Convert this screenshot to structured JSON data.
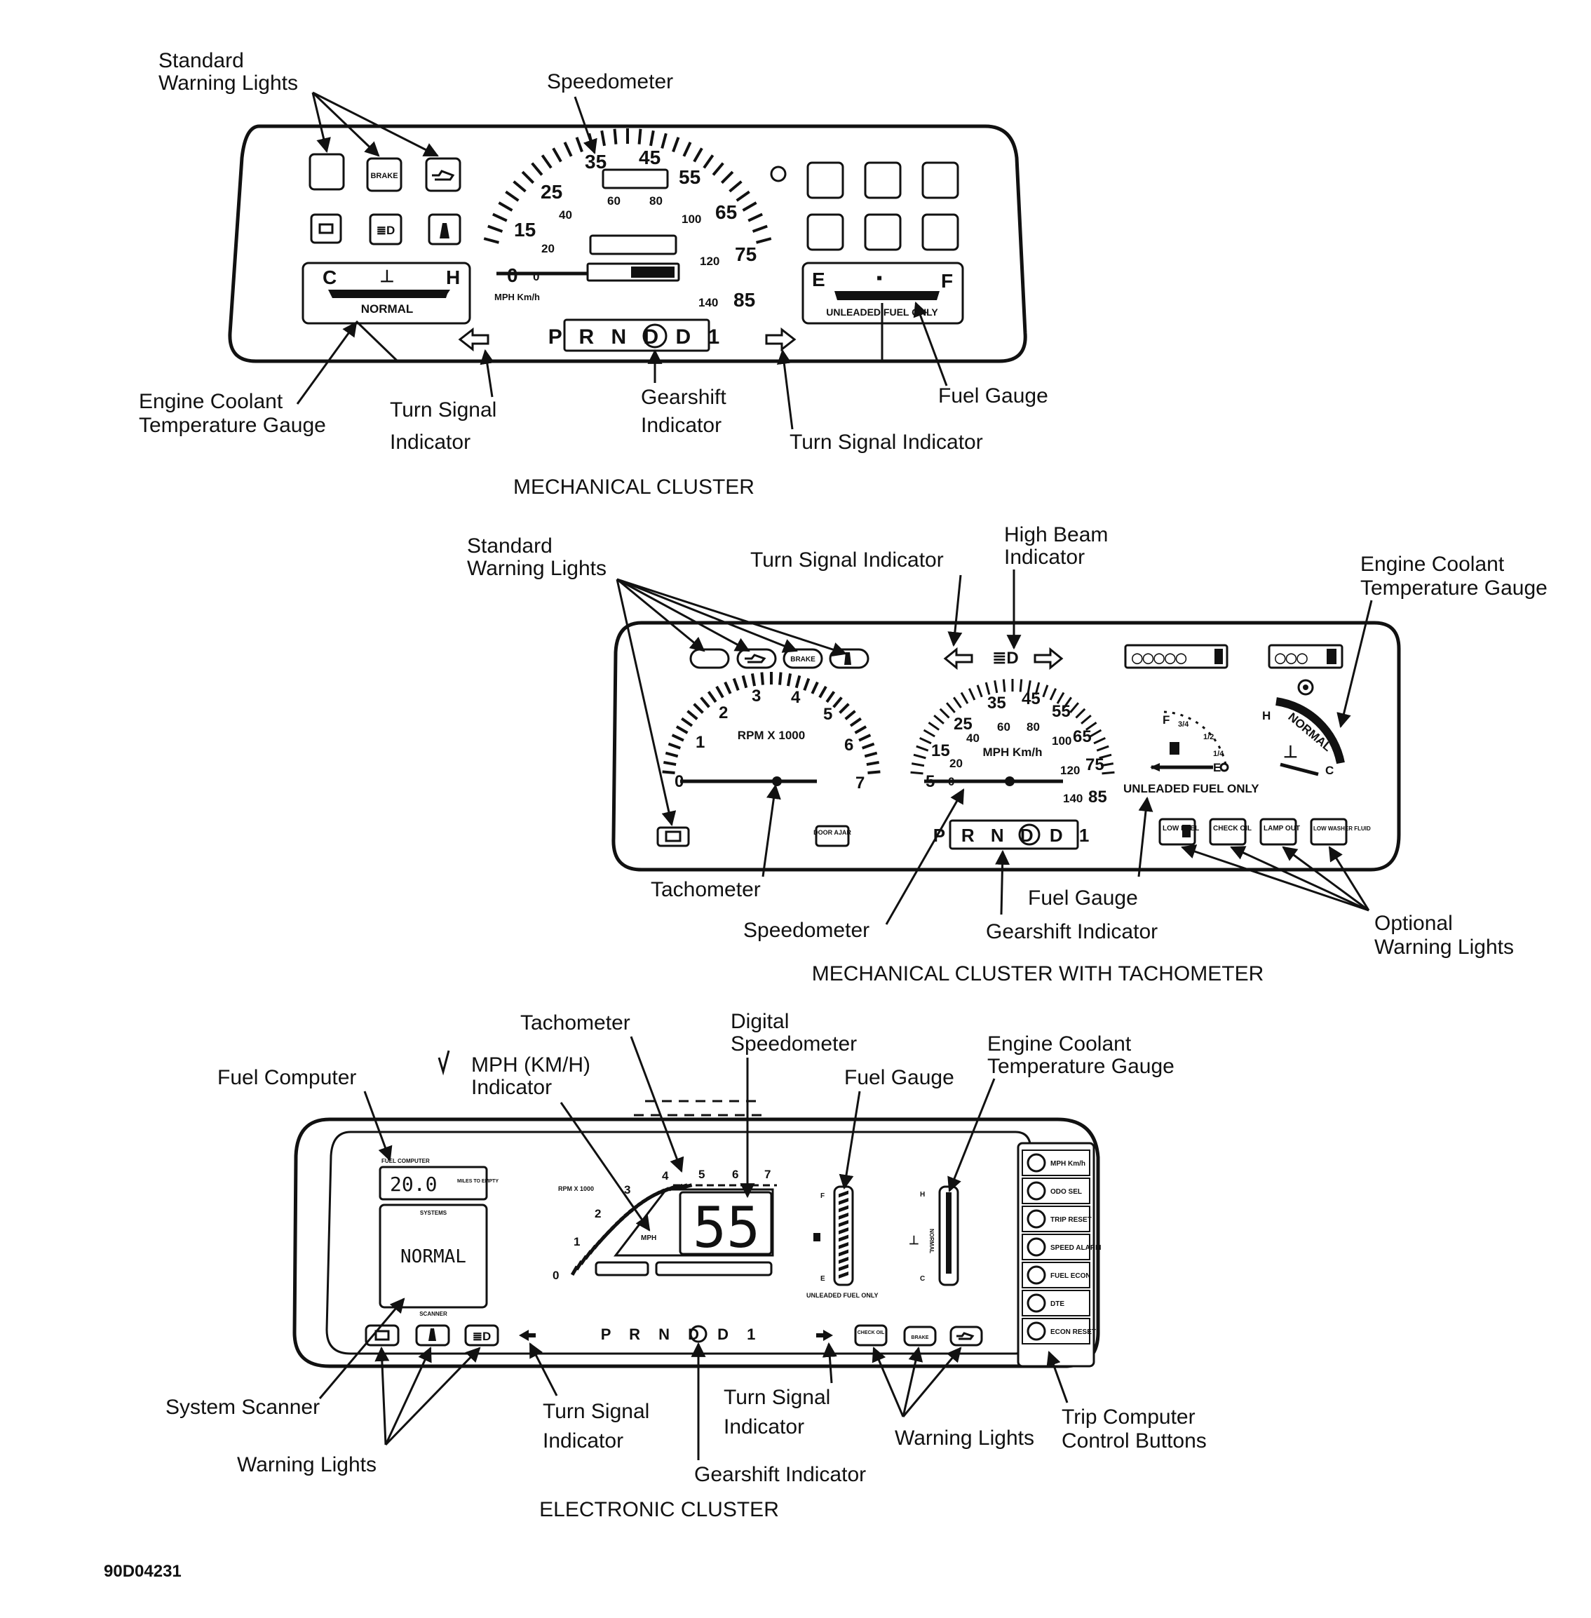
{
  "clusters": [
    {
      "caption": "MECHANICAL CLUSTER",
      "labels": {
        "standard_warning_lights": [
          "Standard",
          "Warning Lights"
        ],
        "speedometer": "Speedometer",
        "coolant_gauge": [
          "Engine Coolant",
          "Temperature Gauge"
        ],
        "turn_signal_left": [
          "Turn Signal",
          "Indicator"
        ],
        "gearshift": [
          "Gearshift",
          "Indicator"
        ],
        "fuel_gauge": "Fuel Gauge",
        "turn_signal_right": "Turn Signal Indicator"
      },
      "dial": {
        "speeds_mph": [
          "0",
          "15",
          "25",
          "35",
          "45",
          "55",
          "65",
          "75",
          "85"
        ],
        "speeds_kmh": [
          "0",
          "20",
          "40",
          "60",
          "80",
          "100",
          "120",
          "140"
        ],
        "units": "MPH Km/h"
      },
      "warning_lamps": [
        "BRAKE"
      ],
      "coolant": {
        "cold": "C",
        "hot": "H",
        "normal": "NORMAL"
      },
      "fuel": {
        "empty": "E",
        "full": "F",
        "note": "UNLEADED FUEL ONLY"
      },
      "gear_positions": "P R N D D 1"
    },
    {
      "caption": "MECHANICAL CLUSTER WITH TACHOMETER",
      "labels": {
        "standard_warning_lights": [
          "Standard",
          "Warning Lights"
        ],
        "turn_signal": "Turn Signal Indicator",
        "high_beam": [
          "High Beam",
          "Indicator"
        ],
        "coolant_gauge": [
          "Engine Coolant",
          "Temperature Gauge"
        ],
        "tachometer": "Tachometer",
        "speedometer": "Speedometer",
        "fuel_gauge": "Fuel Gauge",
        "gearshift": "Gearshift Indicator",
        "optional_warning_lights": [
          "Optional",
          "Warning Lights"
        ]
      },
      "tach": {
        "marks": [
          "0",
          "1",
          "2",
          "3",
          "4",
          "5",
          "6",
          "7"
        ],
        "units": "RPM X 1000"
      },
      "dial": {
        "speeds_mph": [
          "5",
          "15",
          "25",
          "35",
          "45",
          "55",
          "65",
          "75",
          "85"
        ],
        "speeds_kmh": [
          "0",
          "20",
          "40",
          "60",
          "80",
          "100",
          "120",
          "140"
        ],
        "units": "MPH Km/h"
      },
      "fuel": {
        "full": "F",
        "three_quarter": "3/4",
        "half": "1/2",
        "quarter": "1/4",
        "empty": "E",
        "note": "UNLEADED FUEL ONLY"
      },
      "coolant": {
        "hot": "H",
        "normal": "NORMAL",
        "cold": "C"
      },
      "warning_lamps": [
        "BRAKE",
        "DOOR AJAR"
      ],
      "optional_lamps": [
        "LOW FUEL",
        "CHECK OIL",
        "LAMP OUT",
        "LOW WASHER FLUID"
      ],
      "gear_positions": "P R N D D 1"
    },
    {
      "caption": "ELECTRONIC CLUSTER",
      "labels": {
        "tachometer": "Tachometer",
        "digital_speedometer": [
          "Digital",
          "Speedometer"
        ],
        "mph_indicator": [
          "MPH (KM/H)",
          "Indicator"
        ],
        "fuel_computer": "Fuel Computer",
        "fuel_gauge": "Fuel Gauge",
        "coolant_gauge": [
          "Engine Coolant",
          "Temperature Gauge"
        ],
        "system_scanner": "System Scanner",
        "warning_lights_left": "Warning Lights",
        "turn_signal_left": [
          "Turn Signal",
          "Indicator"
        ],
        "gearshift": "Gearshift Indicator",
        "turn_signal_right": [
          "Turn Signal",
          "Indicator"
        ],
        "warning_lights_right": "Warning Lights",
        "trip_buttons": [
          "Trip Computer",
          "Control Buttons"
        ]
      },
      "fuel_computer": {
        "title": "FUEL COMPUTER",
        "reading": "20.0",
        "unit": "MILES TO EMPTY"
      },
      "scanner": {
        "title": "SYSTEMS",
        "status": "NORMAL",
        "footer": "SCANNER"
      },
      "tach": {
        "marks": [
          "0",
          "1",
          "2",
          "3",
          "4",
          "5",
          "6",
          "7"
        ],
        "units": "RPM X 1000"
      },
      "speed": {
        "value": "55",
        "unit": "MPH"
      },
      "fuel": {
        "full": "F",
        "empty": "E",
        "note": "UNLEADED FUEL ONLY"
      },
      "coolant": {
        "hot": "H",
        "cold": "C",
        "normal": "NORMAL"
      },
      "warning_lamps": [
        "CHECK OIL",
        "BRAKE"
      ],
      "gear_positions": "P R N D D 1",
      "trip_buttons": [
        "MPH Km/h",
        "ODO SEL",
        "TRIP RESET",
        "SPEED ALARM",
        "FUEL ECON",
        "DTE",
        "ECON RESET"
      ]
    }
  ],
  "figure_id": "90D04231"
}
